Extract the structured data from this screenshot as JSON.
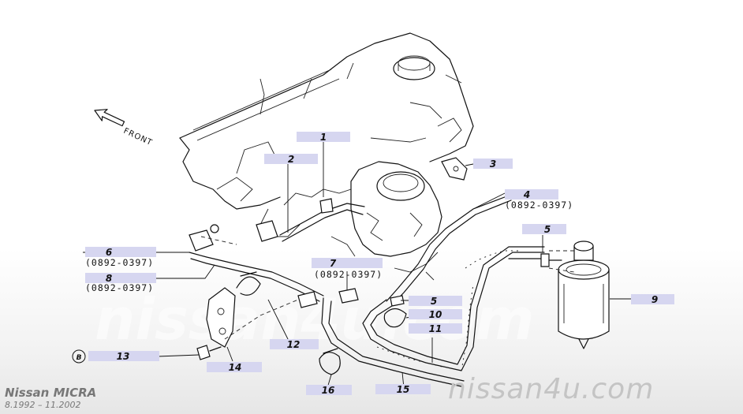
{
  "callouts": [
    {
      "id": "1",
      "num": "1"
    },
    {
      "id": "2",
      "num": "2"
    },
    {
      "id": "3",
      "num": "3"
    },
    {
      "id": "4",
      "num": "4",
      "range": "(0892-0397)"
    },
    {
      "id": "5a",
      "num": "5"
    },
    {
      "id": "5b",
      "num": "5"
    },
    {
      "id": "6",
      "num": "6",
      "range": "(0892-0397)"
    },
    {
      "id": "7",
      "num": "7",
      "range": "(0892-0397)"
    },
    {
      "id": "8",
      "num": "8",
      "range": "(0892-0397)"
    },
    {
      "id": "9",
      "num": "9"
    },
    {
      "id": "10",
      "num": "10"
    },
    {
      "id": "11",
      "num": "11"
    },
    {
      "id": "12",
      "num": "12"
    },
    {
      "id": "13",
      "num": "13",
      "marker": "B"
    },
    {
      "id": "14",
      "num": "14"
    },
    {
      "id": "15",
      "num": "15"
    },
    {
      "id": "16",
      "num": "16"
    }
  ],
  "front_label": "FRONT",
  "watermark": "nissan4u.com",
  "brand": {
    "url": "nissan4u.com",
    "model": "Nissan MICRA",
    "years": "8.1992 – 11.2002"
  }
}
